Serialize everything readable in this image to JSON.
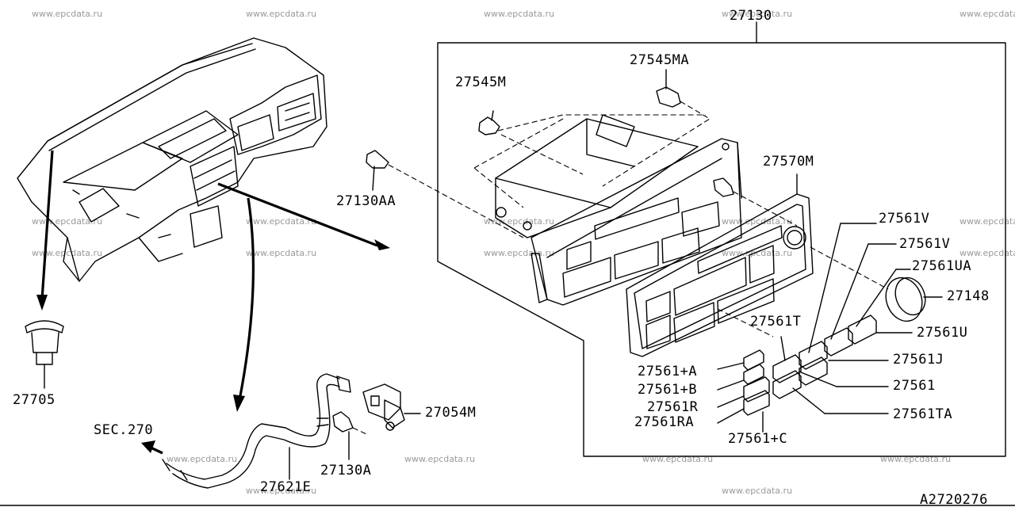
{
  "watermark": "www.epcdata.ru",
  "labels": {
    "assembly": "27130",
    "screw_ma": "27545MA",
    "screw_m": "27545M",
    "bolt_aa": "27130AA",
    "finisher": "27570M",
    "knob_v1": "27561V",
    "knob_v2": "27561V",
    "knob_ua": "27561UA",
    "dial": "27148",
    "knob_t": "27561T",
    "knob_u": "27561U",
    "knob_j": "27561J",
    "knob_a": "27561+A",
    "knob_b": "27561+B",
    "knob_plain": "27561",
    "knob_r": "27561R",
    "knob_ta": "27561TA",
    "knob_ra": "27561RA",
    "knob_c": "27561+C",
    "clip": "27705",
    "sensor": "27054M",
    "section": "SEC.270",
    "bolt_a": "27130A",
    "hose": "27621E",
    "diagram_id": "A2720276"
  }
}
